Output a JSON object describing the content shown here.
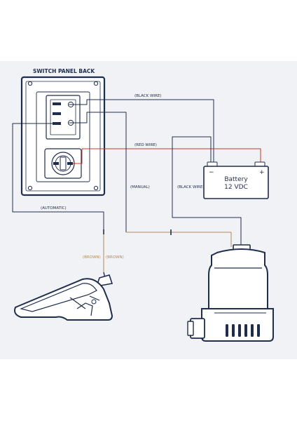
{
  "title": "SWITCH PANEL BACK",
  "labels": {
    "black_wire_top": "(BLACK WIRE)",
    "red_wire": "(RED WIRE)",
    "manual": "(MANUAL)",
    "black_wire_side": "(BLACK WIRE)",
    "automatic": "(AUTOMATIC)",
    "brown_left": "(BROWN)",
    "brown_right": "(BROWN)"
  },
  "battery": {
    "line1": "Battery",
    "line2": "12 VDC",
    "plus": "+",
    "minus": "−"
  },
  "colors": {
    "navy": "#1f2d4d",
    "red_wire": "#c0392b",
    "brown_wire": "#b08a55",
    "background": "#f1f2f6"
  }
}
